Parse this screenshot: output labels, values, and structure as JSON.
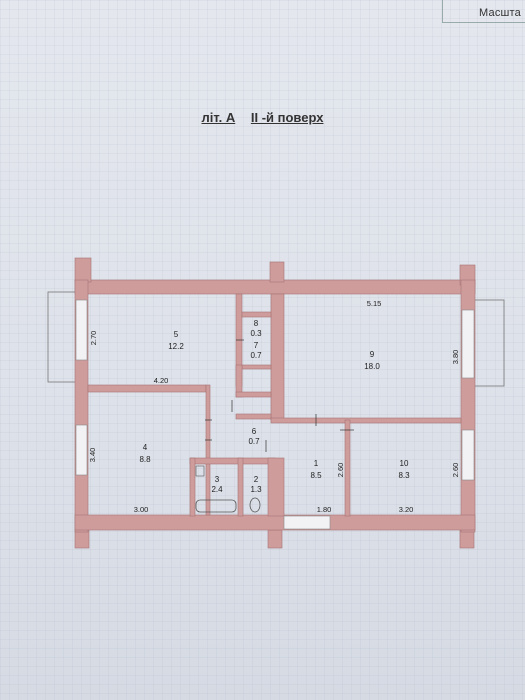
{
  "header": {
    "corner_label": "Масшта",
    "title_part1": "літ. А",
    "title_part2": "II -й поверх"
  },
  "rooms": [
    {
      "number": "1",
      "area": "8.5"
    },
    {
      "number": "2",
      "area": "1.3"
    },
    {
      "number": "3",
      "area": "2.4"
    },
    {
      "number": "4",
      "area": "8.8"
    },
    {
      "number": "5",
      "area": "12.2"
    },
    {
      "number": "6",
      "area": "0.7"
    },
    {
      "number": "7",
      "area": "0.7"
    },
    {
      "number": "8",
      "area": "0.3"
    },
    {
      "number": "9",
      "area": "18.0"
    },
    {
      "number": "10",
      "area": "8.3"
    }
  ],
  "dimensions": {
    "d_5_15": "5.15",
    "d_2_70": "2.70",
    "d_4_20": "4.20",
    "d_3_80": "3.80",
    "d_3_40": "3.40",
    "d_3_00": "3.00",
    "d_1_80": "1.80",
    "d_3_20": "3.20",
    "d_2_60_a": "2.60",
    "d_2_60_b": "2.60"
  },
  "colors": {
    "wall": "#cf9c9c",
    "wall_edge": "#a67474"
  }
}
